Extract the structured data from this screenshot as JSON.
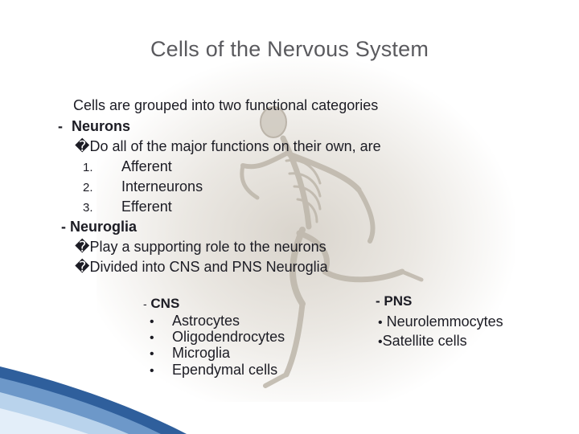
{
  "slide": {
    "title": "Cells of the Nervous System",
    "intro": "Cells are grouped into two functional categories",
    "neurons": {
      "dash": "-",
      "heading": "Neurons",
      "desc_marker": "�",
      "description": "Do all of the major functions on their own, are",
      "items": [
        {
          "num": "1.",
          "label": "Afferent"
        },
        {
          "num": "2.",
          "label": "Interneurons"
        },
        {
          "num": "3.",
          "label": "Efferent"
        }
      ]
    },
    "neuroglia": {
      "heading": "- Neuroglia",
      "points": [
        {
          "marker": "�",
          "text": "Play a supporting role to the neurons"
        },
        {
          "marker": "�",
          "text": "Divided into CNS and PNS Neuroglia"
        }
      ]
    },
    "cns": {
      "dash": "-",
      "heading": "CNS",
      "items": [
        {
          "bullet": "•",
          "label": "Astrocytes"
        },
        {
          "bullet": "•",
          "label": "Oligodendrocytes"
        },
        {
          "bullet": "•",
          "label": "Microglia"
        },
        {
          "bullet": "•",
          "label": "Ependymal cells"
        }
      ]
    },
    "pns": {
      "heading": "- PNS",
      "items": [
        {
          "bullet": "•",
          "label": " Neurolemmocytes"
        },
        {
          "bullet": "•",
          "label": "Satellite cells"
        }
      ]
    }
  },
  "decor": {
    "accent": "#3b6aa8",
    "wave_light": "#b9d3ec",
    "skeleton_tone": "#bdb6aa"
  }
}
